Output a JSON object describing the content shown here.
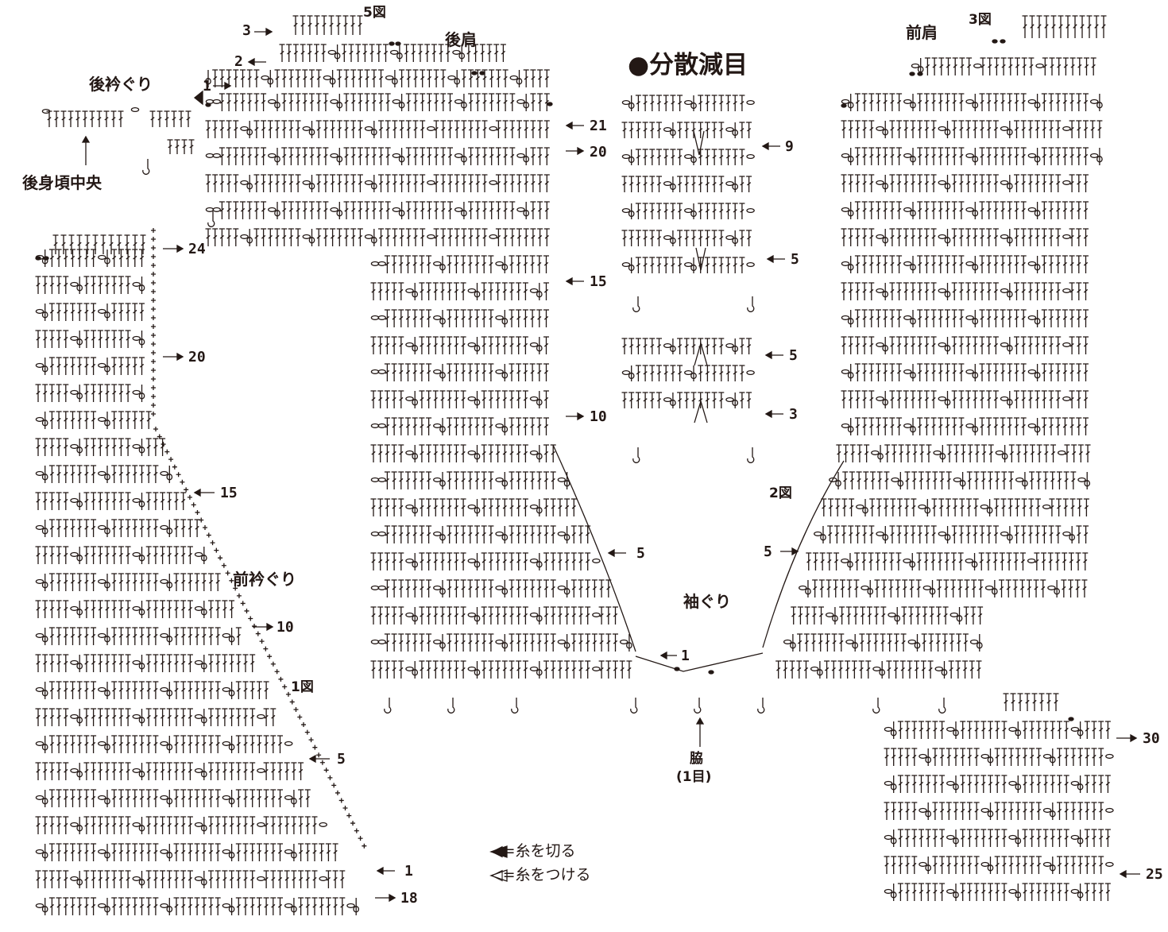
{
  "colors": {
    "ink": "#231815",
    "background": "#ffffff"
  },
  "title": "●分散減目",
  "section_labels": {
    "back_neckline": "後衿ぐり",
    "back_center": "後身頃中央",
    "back_shoulder": "後肩",
    "front_shoulder": "前肩",
    "front_neckline": "前衿ぐり",
    "armhole": "袖ぐり",
    "side": "脇",
    "side_note": "(1目)"
  },
  "figure_labels": {
    "fig1": "1図",
    "fig2": "2図",
    "fig3": "3図",
    "fig5": "5図"
  },
  "legend": {
    "cut_yarn": "◀=糸を切る",
    "attach_yarn": "◁=糸をつける"
  },
  "row_numbers": {
    "back_top_3": "3",
    "back_top_2": "2",
    "back_top_1": "1",
    "back_21": "21",
    "back_20": "20",
    "back_15": "15",
    "back_10": "10",
    "back_5": "5",
    "back_1": "1",
    "decrease_9": "9",
    "decrease_5a": "5",
    "decrease_5b": "5",
    "decrease_3": "3",
    "front_left_24": "24",
    "front_left_20": "20",
    "front_left_15": "15",
    "front_left_10": "10",
    "front_left_5": "5",
    "front_left_1": "1",
    "front_left_18": "18",
    "front_right_5": "5",
    "bottom_right_30": "30",
    "bottom_right_25": "25"
  }
}
